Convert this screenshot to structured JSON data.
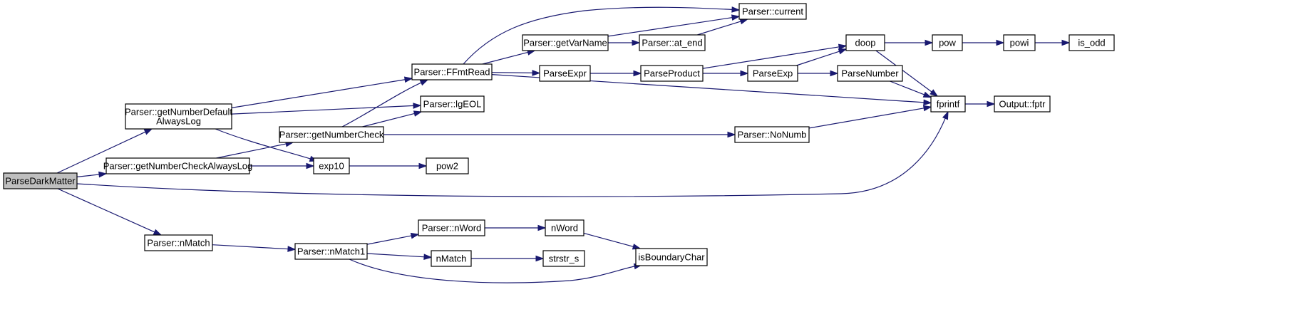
{
  "diagram": {
    "type": "call-graph",
    "colors": {
      "edge": "#191970",
      "root_fill": "#bfbfbf",
      "node_fill": "#ffffff",
      "node_stroke": "#000000"
    },
    "nodes": [
      {
        "id": "ParseDarkMatter",
        "lines": [
          "ParseDarkMatter"
        ],
        "root": true
      },
      {
        "id": "getNumberDefaultAlwaysLog",
        "lines": [
          "Parser::getNumberDefault",
          "AlwaysLog"
        ]
      },
      {
        "id": "getNumberCheckAlwaysLog",
        "lines": [
          "Parser::getNumberCheckAlwaysLog"
        ]
      },
      {
        "id": "nMatch",
        "lines": [
          "Parser::nMatch"
        ]
      },
      {
        "id": "FFmtRead",
        "lines": [
          "Parser::FFmtRead"
        ]
      },
      {
        "id": "lgEOL",
        "lines": [
          "Parser::lgEOL"
        ]
      },
      {
        "id": "getNumberCheck",
        "lines": [
          "Parser::getNumberCheck"
        ]
      },
      {
        "id": "exp10",
        "lines": [
          "exp10"
        ]
      },
      {
        "id": "pow2",
        "lines": [
          "pow2"
        ]
      },
      {
        "id": "nMatch1",
        "lines": [
          "Parser::nMatch1"
        ]
      },
      {
        "id": "getVarName",
        "lines": [
          "Parser::getVarName"
        ]
      },
      {
        "id": "ParseExpr",
        "lines": [
          "ParseExpr"
        ]
      },
      {
        "id": "current",
        "lines": [
          "Parser::current"
        ]
      },
      {
        "id": "at_end",
        "lines": [
          "Parser::at_end"
        ]
      },
      {
        "id": "ParseProduct",
        "lines": [
          "ParseProduct"
        ]
      },
      {
        "id": "ParseExp",
        "lines": [
          "ParseExp"
        ]
      },
      {
        "id": "ParseNumber",
        "lines": [
          "ParseNumber"
        ]
      },
      {
        "id": "doop",
        "lines": [
          "doop"
        ]
      },
      {
        "id": "pow",
        "lines": [
          "pow"
        ]
      },
      {
        "id": "powi",
        "lines": [
          "powi"
        ]
      },
      {
        "id": "is_odd",
        "lines": [
          "is_odd"
        ]
      },
      {
        "id": "fprintf",
        "lines": [
          "fprintf"
        ]
      },
      {
        "id": "fptr",
        "lines": [
          "Output::fptr"
        ]
      },
      {
        "id": "NoNumb",
        "lines": [
          "Parser::NoNumb"
        ]
      },
      {
        "id": "nWord",
        "lines": [
          "Parser::nWord"
        ]
      },
      {
        "id": "nWordFn",
        "lines": [
          "nWord"
        ]
      },
      {
        "id": "nMatchFn",
        "lines": [
          "nMatch"
        ]
      },
      {
        "id": "strstr_s",
        "lines": [
          "strstr_s"
        ]
      },
      {
        "id": "isBoundaryChar",
        "lines": [
          "isBoundaryChar"
        ]
      }
    ],
    "edges": [
      [
        "ParseDarkMatter",
        "getNumberDefaultAlwaysLog"
      ],
      [
        "ParseDarkMatter",
        "getNumberCheckAlwaysLog"
      ],
      [
        "ParseDarkMatter",
        "fprintf"
      ],
      [
        "ParseDarkMatter",
        "nMatch"
      ],
      [
        "getNumberDefaultAlwaysLog",
        "FFmtRead"
      ],
      [
        "getNumberDefaultAlwaysLog",
        "lgEOL"
      ],
      [
        "getNumberDefaultAlwaysLog",
        "exp10"
      ],
      [
        "getNumberCheckAlwaysLog",
        "getNumberCheck"
      ],
      [
        "getNumberCheckAlwaysLog",
        "exp10"
      ],
      [
        "getNumberCheck",
        "FFmtRead"
      ],
      [
        "getNumberCheck",
        "lgEOL"
      ],
      [
        "getNumberCheck",
        "NoNumb"
      ],
      [
        "exp10",
        "pow2"
      ],
      [
        "FFmtRead",
        "current"
      ],
      [
        "FFmtRead",
        "getVarName"
      ],
      [
        "FFmtRead",
        "ParseExpr"
      ],
      [
        "FFmtRead",
        "fprintf"
      ],
      [
        "getVarName",
        "current"
      ],
      [
        "getVarName",
        "at_end"
      ],
      [
        "at_end",
        "current"
      ],
      [
        "ParseExpr",
        "ParseProduct"
      ],
      [
        "ParseProduct",
        "doop"
      ],
      [
        "ParseProduct",
        "ParseExp"
      ],
      [
        "ParseExp",
        "doop"
      ],
      [
        "ParseExp",
        "ParseNumber"
      ],
      [
        "ParseNumber",
        "fprintf"
      ],
      [
        "doop",
        "pow"
      ],
      [
        "doop",
        "fprintf"
      ],
      [
        "pow",
        "powi"
      ],
      [
        "powi",
        "is_odd"
      ],
      [
        "fprintf",
        "fptr"
      ],
      [
        "NoNumb",
        "fprintf"
      ],
      [
        "nMatch",
        "nMatch1"
      ],
      [
        "nMatch1",
        "nWord"
      ],
      [
        "nMatch1",
        "nMatchFn"
      ],
      [
        "nMatch1",
        "isBoundaryChar"
      ],
      [
        "nWord",
        "nWordFn"
      ],
      [
        "nWordFn",
        "isBoundaryChar"
      ],
      [
        "nMatchFn",
        "strstr_s"
      ]
    ]
  }
}
